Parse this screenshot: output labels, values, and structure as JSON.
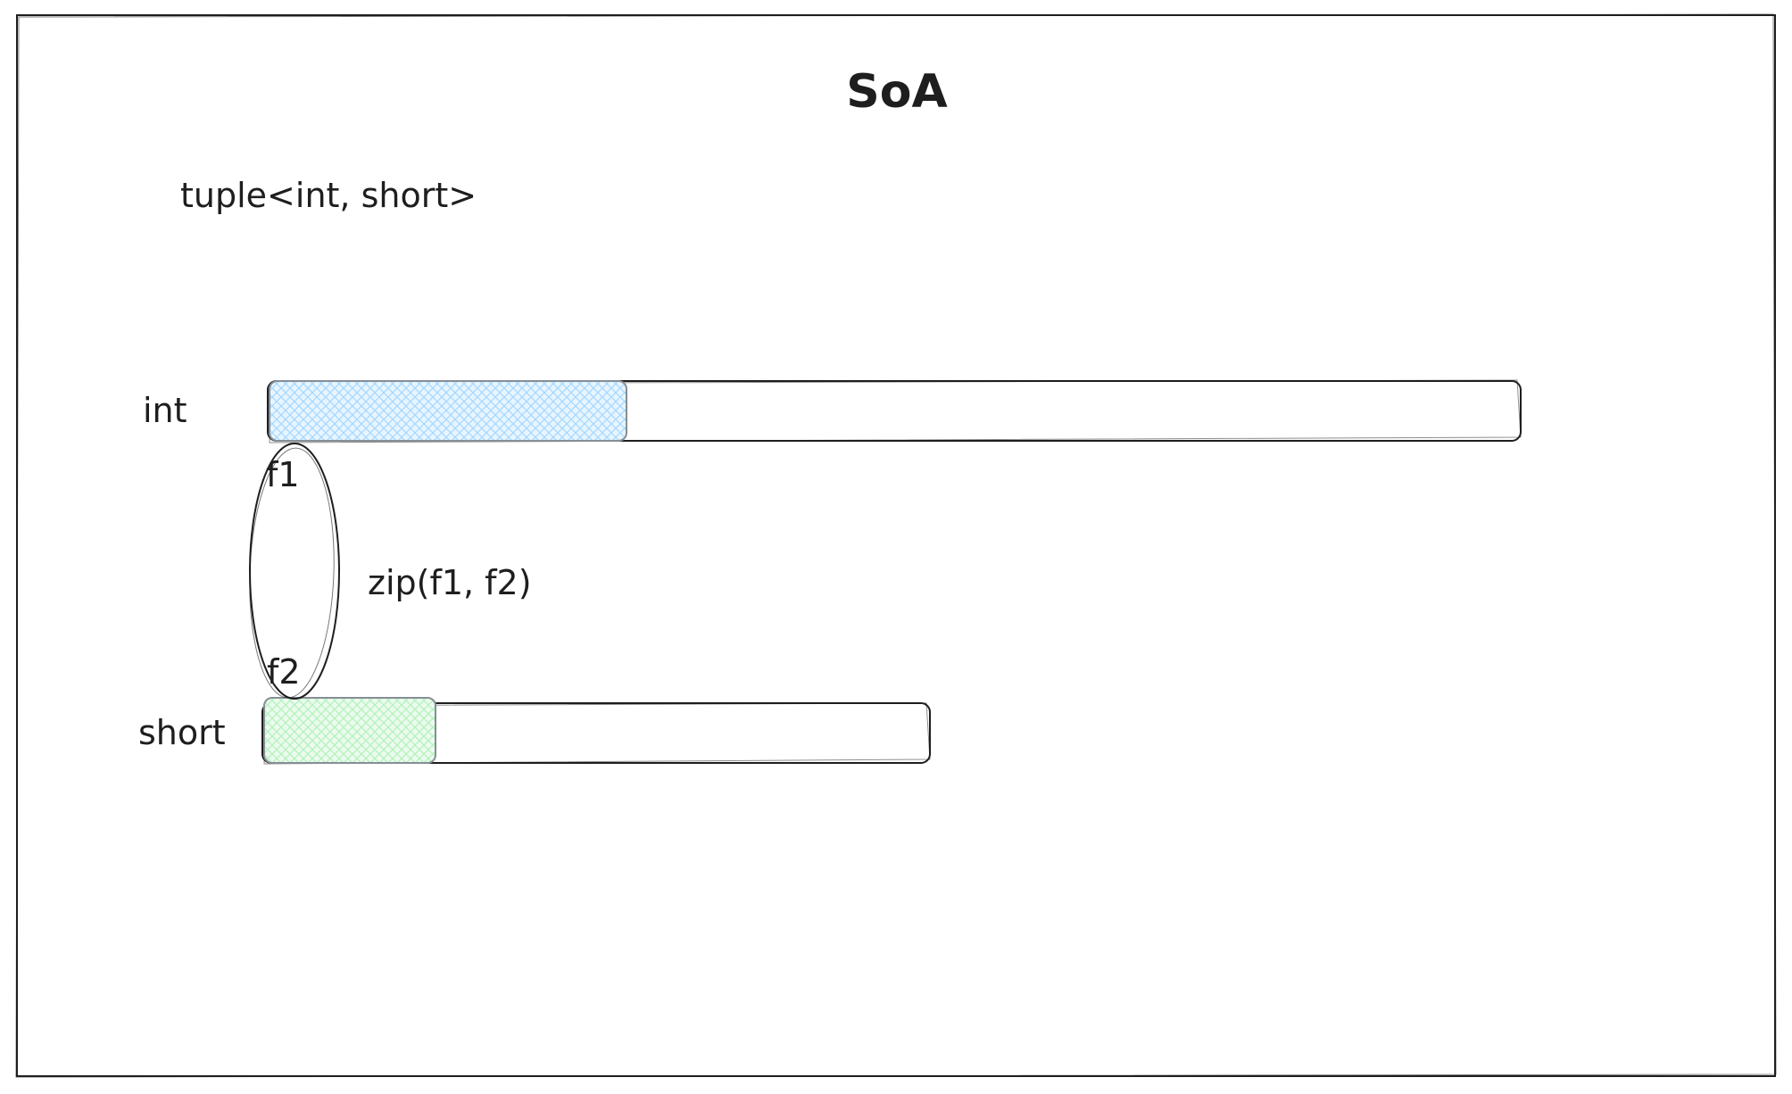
{
  "diagram": {
    "title": "SoA",
    "type_label": "tuple<int, short>",
    "arrays": [
      {
        "label": "int",
        "field_label": "f1",
        "fill": "#a5d8ff"
      },
      {
        "label": "short",
        "field_label": "f2",
        "fill": "#b2f2bb"
      }
    ],
    "zip_label": "zip(f1, f2)",
    "stroke_color": "#1e1e1e"
  }
}
